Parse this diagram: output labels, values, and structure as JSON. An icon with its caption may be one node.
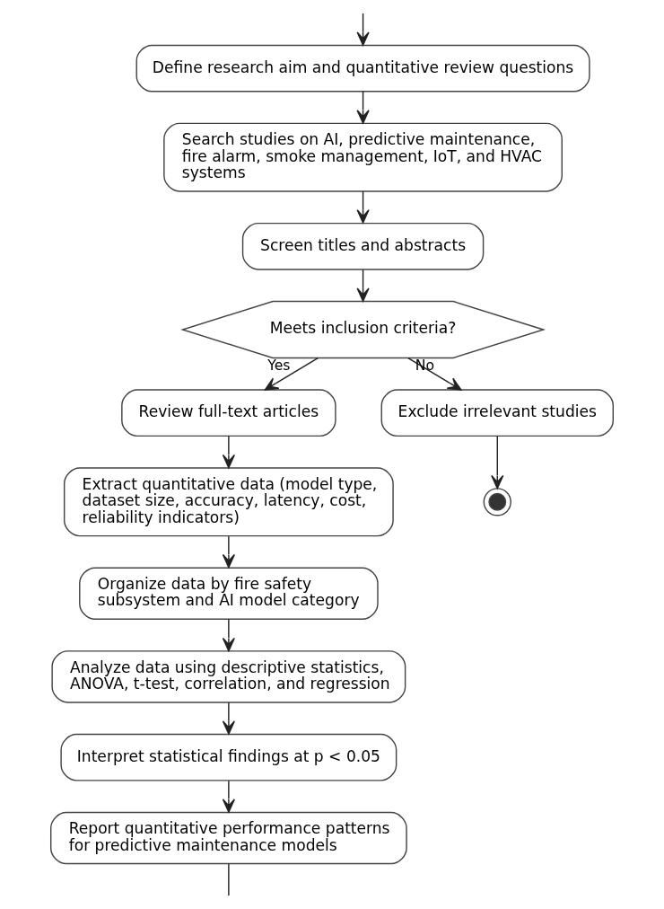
{
  "diagram": {
    "nodes": [
      {
        "text": [
          "Define research aim and quantitative review questions"
        ]
      },
      {
        "text": [
          "Search studies on AI, predictive maintenance, fire alarm, smoke management, IoT, and HVAC systems"
        ]
      },
      {
        "text": [
          "Screen titles and abstracts"
        ]
      },
      {
        "text": [
          "Meets inclusion criteria?"
        ]
      },
      {
        "text": [
          "Review full-text articles"
        ]
      },
      {
        "text": [
          "Exclude irrelevant studies"
        ]
      },
      {
        "text": [],
        "shape": "circle"
      },
      {
        "text": [
          "Extract quantitative data (model type, dataset size, accuracy, latency, cost, reliability indicators)"
        ]
      },
      {
        "text": [
          "Organize data by fire safety subsystem and AI model category"
        ]
      },
      {
        "text": [
          "Analyze data using descriptive statistics, ANOVA, t-test, correlation, and regression"
        ]
      },
      {
        "text": [
          "Interpret statistical findings at p < 0.05"
        ]
      },
      {
        "text": [
          "Report quantitative performance patterns for predictive maintenance models"
        ]
      }
    ],
    "edges": [
      {
        "from": null,
        "to": 0,
        "arrow": "to"
      },
      {
        "from": 0,
        "to": 1,
        "arrow": "to"
      },
      {
        "from": 1,
        "to": 2,
        "arrow": "to"
      },
      {
        "from": 2,
        "to": 3,
        "arrow": "to"
      },
      {
        "from": 3,
        "to": 4,
        "arrow": "to",
        "label": "Yes"
      },
      {
        "from": 3,
        "to": 5,
        "arrow": "to",
        "label": "No"
      },
      {
        "from": 5,
        "to": 6,
        "arrow": "to"
      },
      {
        "from": 4,
        "to": 7,
        "arrow": "to"
      },
      {
        "from": 7,
        "to": 8,
        "arrow": "to"
      },
      {
        "from": 8,
        "to": 9,
        "arrow": "to"
      },
      {
        "from": 9,
        "to": 10,
        "arrow": "to"
      },
      {
        "from": 10,
        "to": 11,
        "arrow": "to"
      },
      {
        "from": 11,
        "to": null,
        "arrow": "none"
      }
    ]
  }
}
